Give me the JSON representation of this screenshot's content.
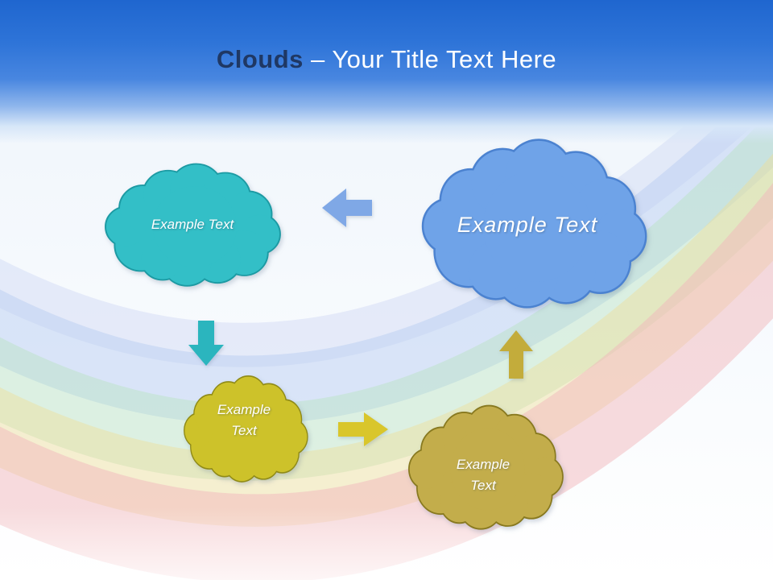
{
  "header": {
    "title_bold": "Clouds",
    "title_rest": "– Your Title Text Here",
    "title_bold_color": "#1F3864",
    "title_rest_color": "#FFFFFF"
  },
  "clouds": [
    {
      "position": "top-left",
      "label": "Example Text",
      "fill": "#33BFC7",
      "stroke": "#1C9AA3"
    },
    {
      "position": "top-right",
      "label": "Example Text",
      "fill": "#6FA3E8",
      "stroke": "#4B82D0"
    },
    {
      "position": "bottom-left",
      "label": "Example Text",
      "fill": "#CDC22A",
      "stroke": "#8F8A17"
    },
    {
      "position": "bottom-center",
      "label": "Example Text",
      "fill": "#C3AD4B",
      "stroke": "#88791F"
    }
  ],
  "arrows": [
    {
      "direction": "left",
      "fill": "#7FA8E6"
    },
    {
      "direction": "down",
      "fill": "#2BB5BE"
    },
    {
      "direction": "right",
      "fill": "#D9C62B"
    },
    {
      "direction": "up",
      "fill": "#C3AC3B"
    }
  ],
  "background": {
    "band_colors": [
      "#CFD6F4",
      "#B9CDF2",
      "#B7E2C0",
      "#EDDD99",
      "#F1B7BB"
    ]
  }
}
